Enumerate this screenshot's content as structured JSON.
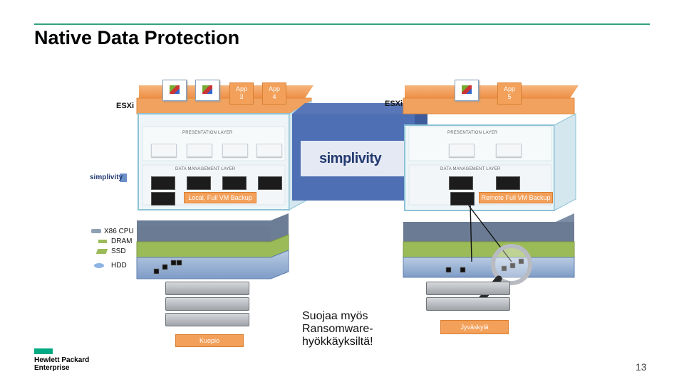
{
  "slide": {
    "title": "Native Data Protection",
    "page_number": "13"
  },
  "left_host": {
    "esxi_label": "ESXi",
    "apps": [
      "",
      "",
      "App\n3",
      "App\n4"
    ],
    "presentation_layer": "PRESENTATION LAYER",
    "data_management_layer": "DATA MANAGEMENT LAYER",
    "backup_label": "Local, Full VM Backup",
    "site_label": "Kuopio"
  },
  "right_host": {
    "esxi_label": "ESXi",
    "apps": [
      "",
      "App\n5"
    ],
    "presentation_layer": "PRESENTATION LAYER",
    "data_management_layer": "DATA MANAGEMENT LAYER",
    "backup_label": "Remote Full VM Backup",
    "site_label": "Jyväskylä"
  },
  "center": {
    "brand": "simplivity",
    "subtitle": "DATA VIRTUALIZATION PLATFORM"
  },
  "hardware_legend": {
    "items": [
      "X86 CPU",
      "DRAM",
      "SSD",
      "HDD"
    ]
  },
  "callout": {
    "text": "Suojaa myös Ransomware-hyökkäyksiltä!"
  },
  "logos": {
    "hpe_line1": "Hewlett Packard",
    "hpe_line2": "Enterprise",
    "hpe_accent": "#01a982",
    "simplivity_small": "simplivity"
  },
  "colors": {
    "orange": "#f3a05a",
    "green_stack": "#9bbb59",
    "blue_stack": "#8eb4e3",
    "gray_stack": "#6b7b93",
    "rule": "#2fa37d"
  }
}
